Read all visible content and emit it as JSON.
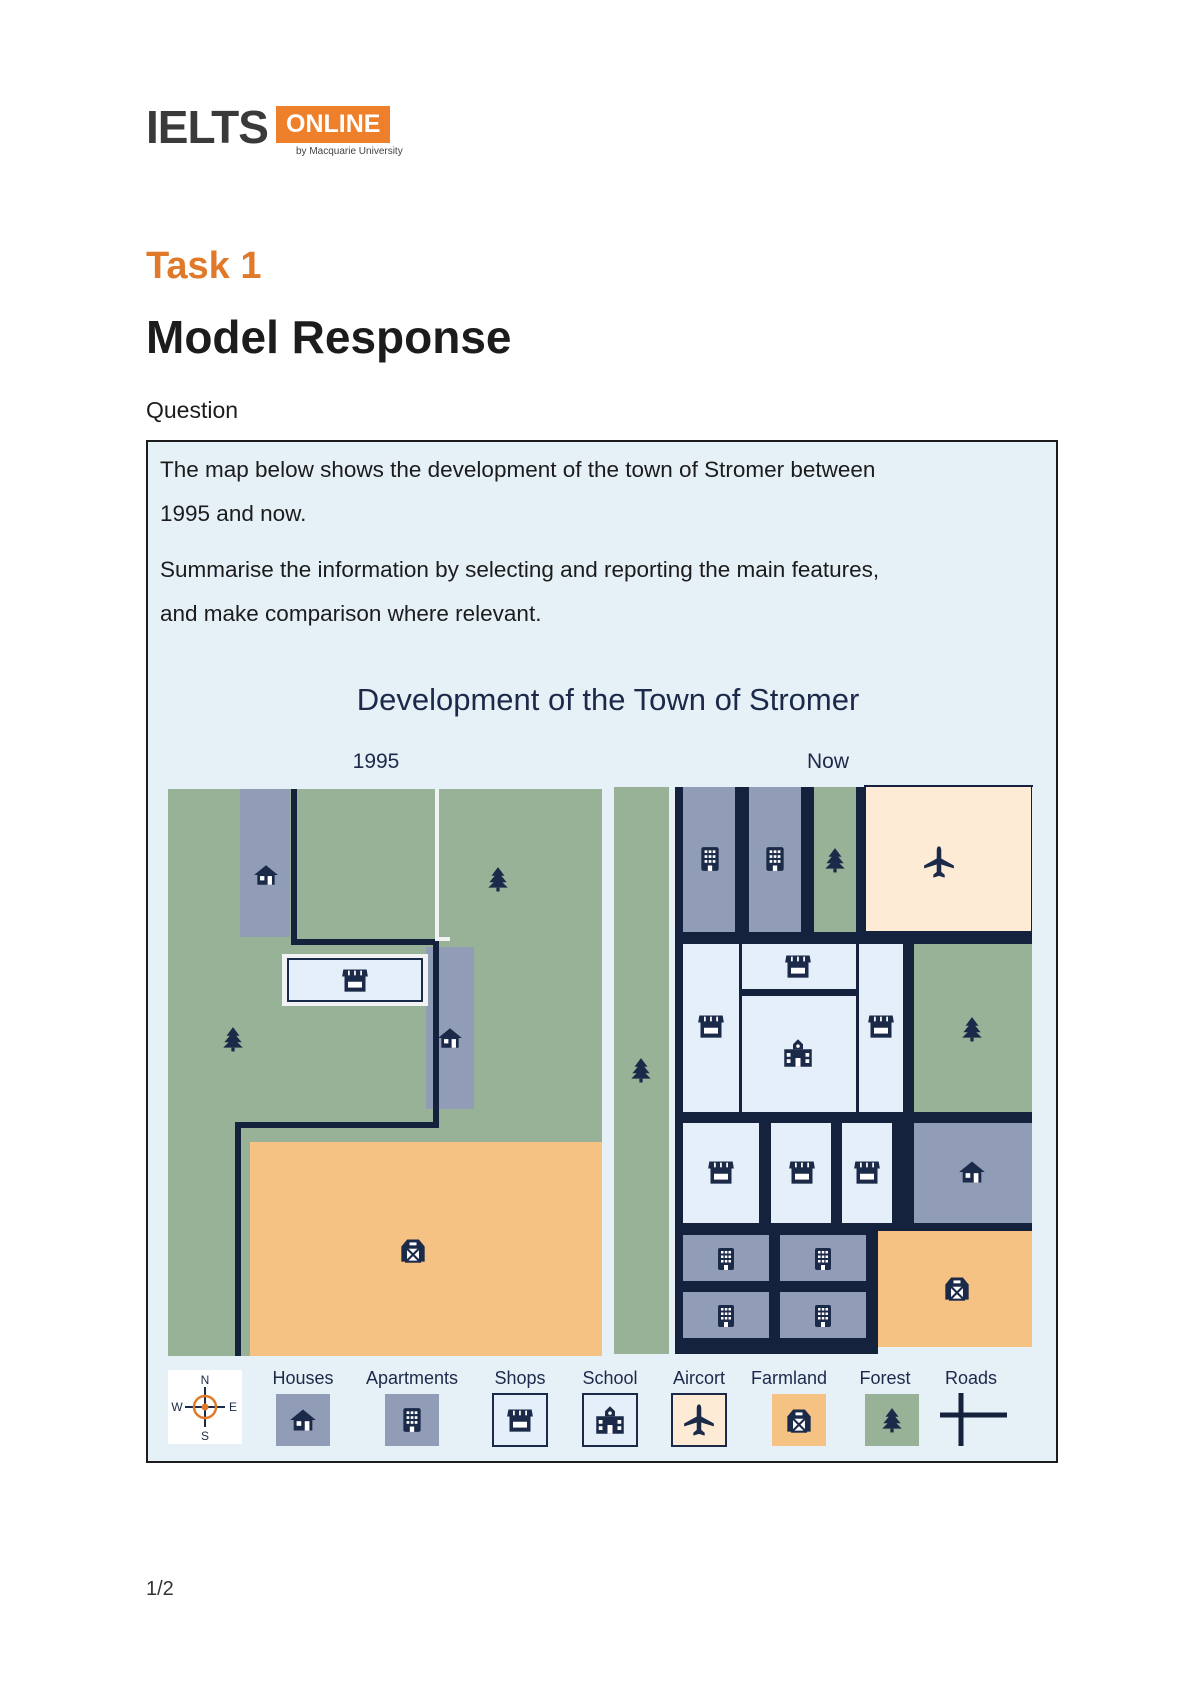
{
  "logo": {
    "main": "IELTS",
    "badge": "ONLINE",
    "byline": "by Macquarie University"
  },
  "heading": {
    "task": "Task 1",
    "title": "Model Response",
    "question_label": "Question"
  },
  "question": {
    "para1_line1": "The map below shows the development of the town of Stromer between",
    "para1_line2": "1995 and now.",
    "para2_line1": "Summarise the information by selecting and reporting the main features,",
    "para2_line2": "and make comparison where relevant."
  },
  "map": {
    "title": "Development of the Town of Stromer",
    "label_1995": "1995",
    "label_now": "Now",
    "compass": {
      "n": "N",
      "s": "S",
      "e": "E",
      "w": "W"
    },
    "legend": [
      "Houses",
      "Apartments",
      "Shops",
      "School",
      "Aircort",
      "Farmland",
      "Forest",
      "Roads"
    ],
    "colors": {
      "forest": "#98b297",
      "houses": "#919db7",
      "farmland": "#f5c283",
      "airport": "#fdebd6",
      "shops": "#e4eff9",
      "road": "#14223d",
      "background": "#e6f0f7"
    }
  },
  "footer": {
    "page": "1/2"
  }
}
